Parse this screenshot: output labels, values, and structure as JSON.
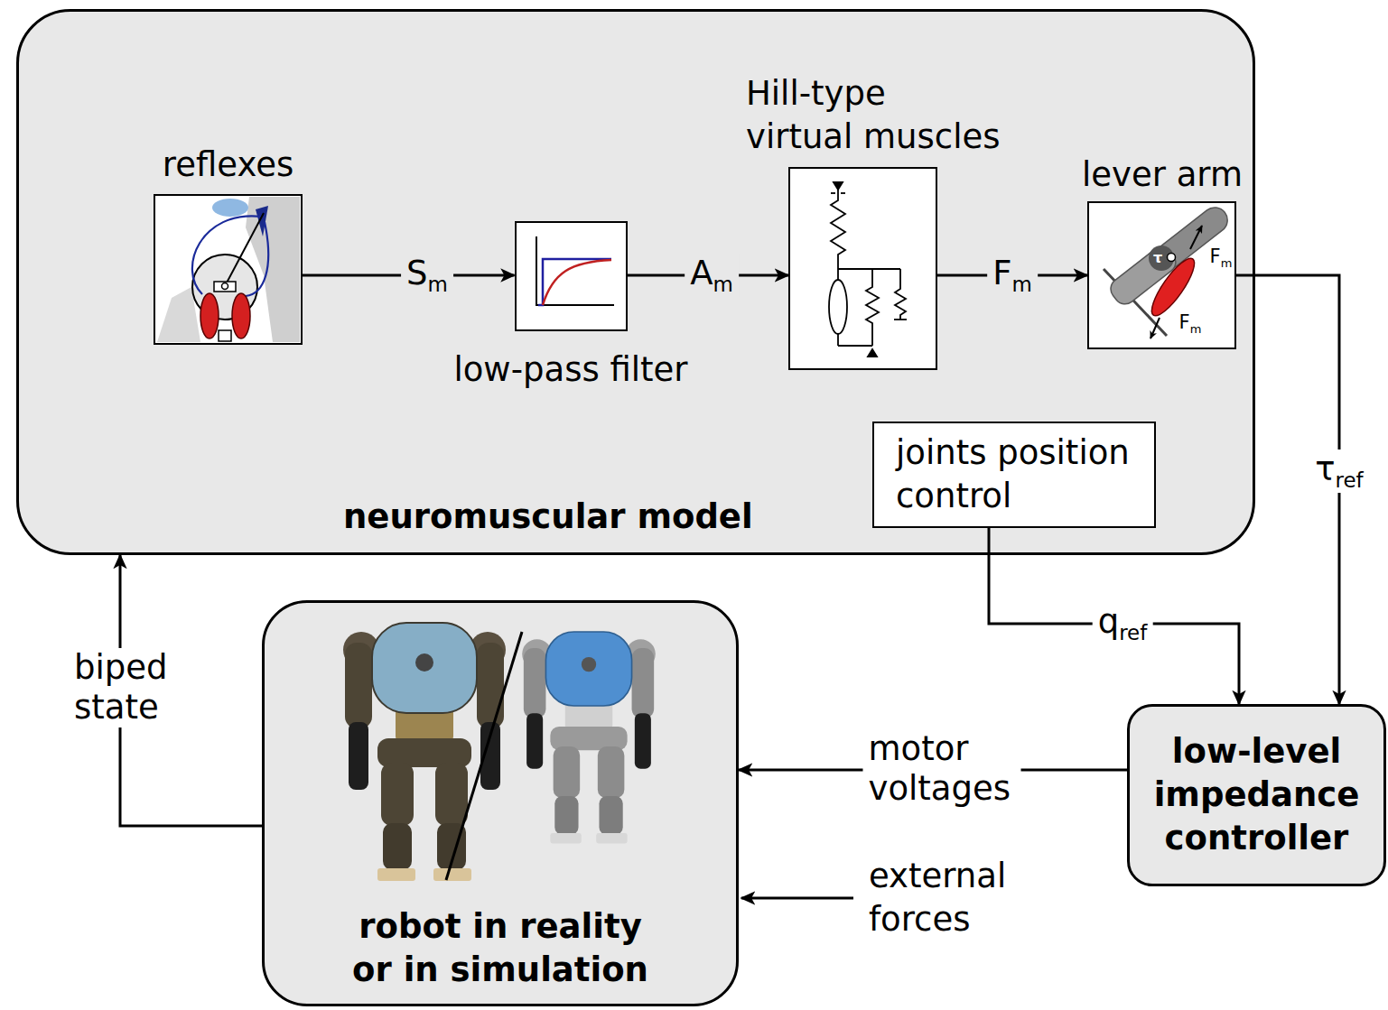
{
  "diagram": {
    "nodes": [
      {
        "text": [
          "neuromuscular model"
        ]
      },
      {
        "text": [
          "reflexes"
        ],
        "in": 0
      },
      {
        "text": [
          "low-pass filter"
        ],
        "in": 0
      },
      {
        "text": [
          "Hill-type virtual muscles"
        ],
        "in": 0
      },
      {
        "text": [
          "lever arm"
        ],
        "in": 0
      },
      {
        "text": [
          "joints position control"
        ],
        "in": 0
      },
      {
        "text": [
          "low-level impedance controller"
        ]
      },
      {
        "text": [
          "robot in reality or in simulation"
        ]
      }
    ],
    "edges": [
      {
        "from": 1,
        "to": 2,
        "label": "Sm",
        "arrow": "to"
      },
      {
        "from": 2,
        "to": 3,
        "label": "Am",
        "arrow": "to"
      },
      {
        "from": 3,
        "to": 4,
        "label": "Fm",
        "arrow": "to"
      },
      {
        "from": 4,
        "to": 6,
        "label": "τref",
        "arrow": "to"
      },
      {
        "from": 5,
        "to": 6,
        "label": "qref",
        "arrow": "to"
      },
      {
        "from": 6,
        "to": 7,
        "label": "motor voltages",
        "arrow": "to"
      },
      {
        "from": 7,
        "to": 0,
        "label": "biped state",
        "arrow": "to"
      }
    ],
    "labels": [
      "τ",
      "Fm",
      "Fm",
      "external forces"
    ]
  }
}
